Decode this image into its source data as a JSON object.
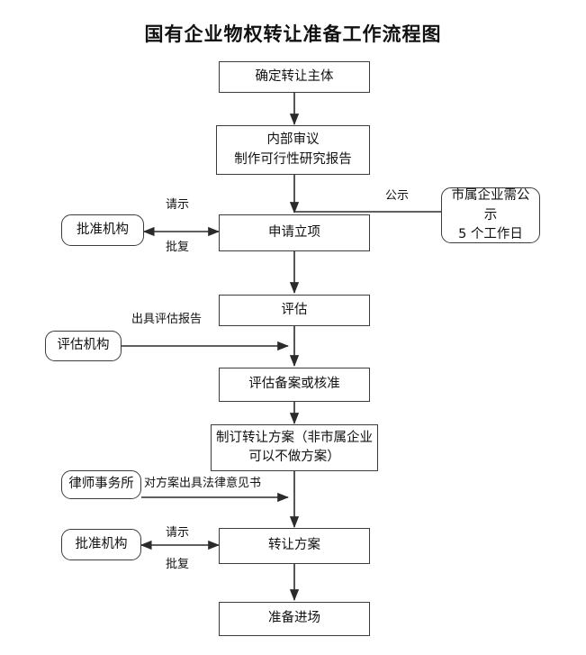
{
  "diagram": {
    "title": "国有企业物权转让准备工作流程图",
    "nodes": {
      "confirm_subject": {
        "label": "确定转让主体"
      },
      "internal_review_l1": {
        "label": "内部审议"
      },
      "internal_review_l2": {
        "label": "制作可行性研究报告"
      },
      "approval_org_top": {
        "label": "批准机构"
      },
      "apply_project": {
        "label": "申请立项"
      },
      "city_publicity_l1": {
        "label": "市属企业需公示"
      },
      "city_publicity_l2": {
        "label": "5 个工作日"
      },
      "appraisal": {
        "label": "评估"
      },
      "appraisal_org": {
        "label": "评估机构"
      },
      "appraisal_record": {
        "label": "评估备案或核准"
      },
      "transfer_plan_draft_l1": {
        "label": "制订转让方案（非市属企业"
      },
      "transfer_plan_draft_l2": {
        "label": "可以不做方案）"
      },
      "law_firm": {
        "label": "律师事务所"
      },
      "approval_org_bottom": {
        "label": "批准机构"
      },
      "transfer_plan": {
        "label": "转让方案"
      },
      "prepare_entry": {
        "label": "准备进场"
      }
    },
    "edge_labels": {
      "request_top": "请示",
      "reply_top": "批复",
      "publicity": "公示",
      "issue_appraisal_report": "出具评估报告",
      "legal_opinion": "对方案出具法律意见书",
      "request_bottom": "请示",
      "reply_bottom": "批复"
    },
    "colors": {
      "stroke": "#3c3c3c",
      "text": "#111111",
      "background": "#ffffff"
    }
  }
}
